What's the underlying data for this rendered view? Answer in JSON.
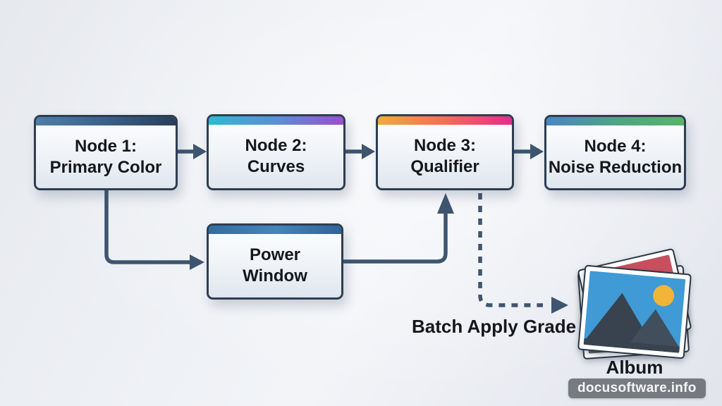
{
  "diagram": {
    "type": "flowchart",
    "nodes": [
      {
        "id": "node-1",
        "line1": "Node 1:",
        "line2": "Primary Color",
        "header_colors": [
          "#4f7ea8",
          "#3a6089",
          "#283f59"
        ]
      },
      {
        "id": "node-2",
        "line1": "Node 2:",
        "line2": "Curves",
        "header_colors": [
          "#2fb9cf",
          "#5a8fd8",
          "#9b4ed2"
        ]
      },
      {
        "id": "node-3",
        "line1": "Node 3:",
        "line2": "Qualifier",
        "header_colors": [
          "#f4a93b",
          "#ef7055",
          "#e42e8d"
        ]
      },
      {
        "id": "node-4",
        "line1": "Node 4:",
        "line2": "Noise Reduction",
        "header_colors": [
          "#4a84c5",
          "#4da585",
          "#58b46a"
        ]
      },
      {
        "id": "power-window",
        "line1": "Power",
        "line2": "Window",
        "header_colors": [
          "#336da0",
          "#4585bd",
          "#2f6598"
        ]
      }
    ],
    "connections": [
      {
        "from": "node-1",
        "to": "node-2",
        "style": "solid"
      },
      {
        "from": "node-2",
        "to": "node-3",
        "style": "solid"
      },
      {
        "from": "node-3",
        "to": "node-4",
        "style": "solid"
      },
      {
        "from": "node-1",
        "to": "power-window",
        "style": "solid-elbow"
      },
      {
        "from": "power-window",
        "to": "node-3",
        "style": "solid-elbow"
      },
      {
        "from": "node-3",
        "to": "album",
        "style": "dashed-elbow",
        "label": "Batch Apply Grade"
      }
    ],
    "labels": {
      "batch_apply_grade": "Batch Apply Grade",
      "album": "Album"
    },
    "icons": {
      "album": "photo-stack-icon"
    },
    "colors": {
      "connector": "#3e5570",
      "node_border": "#2e3e51",
      "node_text": "#14171b",
      "sun": "#f1b53a",
      "sky": "#3f9ad6",
      "mountain": "#38434f",
      "photo_red": "#c8505e",
      "photo_gray": "#585f68"
    },
    "watermark": {
      "text": "docusoftware.info",
      "background": "#6c7176"
    }
  }
}
